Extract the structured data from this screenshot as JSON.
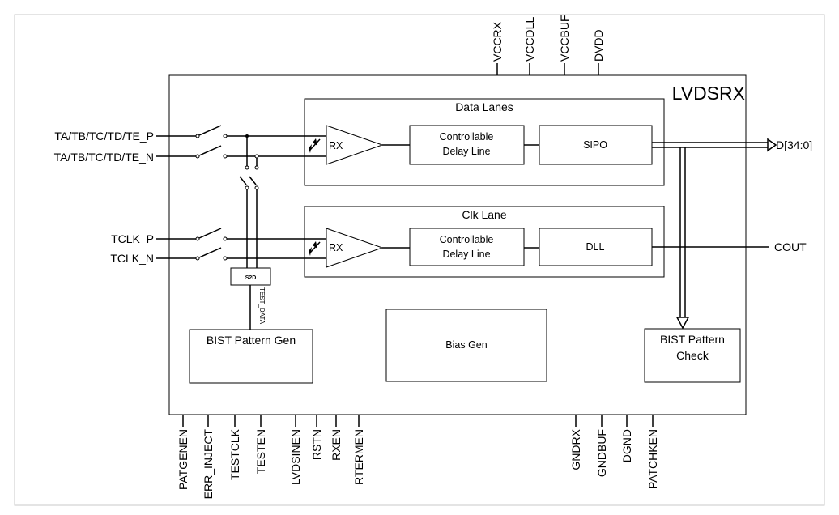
{
  "block": {
    "title": "LVDSRX"
  },
  "top_pins": [
    "VCCRX",
    "VCCDLL",
    "VCCBUF",
    "DVDD"
  ],
  "bottom_pins_left": [
    "PATGENEN",
    "ERR_INJECT",
    "TESTCLK",
    "TESTEN",
    "LVDSINEN",
    "RSTN",
    "RXEN",
    "RTERMEN"
  ],
  "bottom_pins_right": [
    "GNDRX",
    "GNDBUF",
    "DGND",
    "PATCHKEN"
  ],
  "inputs": {
    "data_p": "TA/TB/TC/TD/TE_P",
    "data_n": "TA/TB/TC/TD/TE_N",
    "clk_p": "TCLK_P",
    "clk_n": "TCLK_N"
  },
  "outputs": {
    "data": "D[34:0]",
    "clock": "COUT"
  },
  "data_lanes": {
    "title": "Data Lanes",
    "rx": "RX",
    "delay_line_1": "Controllable",
    "delay_line_2": "Delay Line",
    "sipo": "SIPO"
  },
  "clk_lane": {
    "title": "Clk Lane",
    "rx": "RX",
    "delay_line_1": "Controllable",
    "delay_line_2": "Delay Line",
    "dll": "DLL"
  },
  "s2d": "S2D",
  "test_data": "TEST_DATA",
  "bist_gen": "BIST Pattern Gen",
  "bias_gen": "Bias Gen",
  "bist_check_1": "BIST Pattern",
  "bist_check_2": "Check"
}
